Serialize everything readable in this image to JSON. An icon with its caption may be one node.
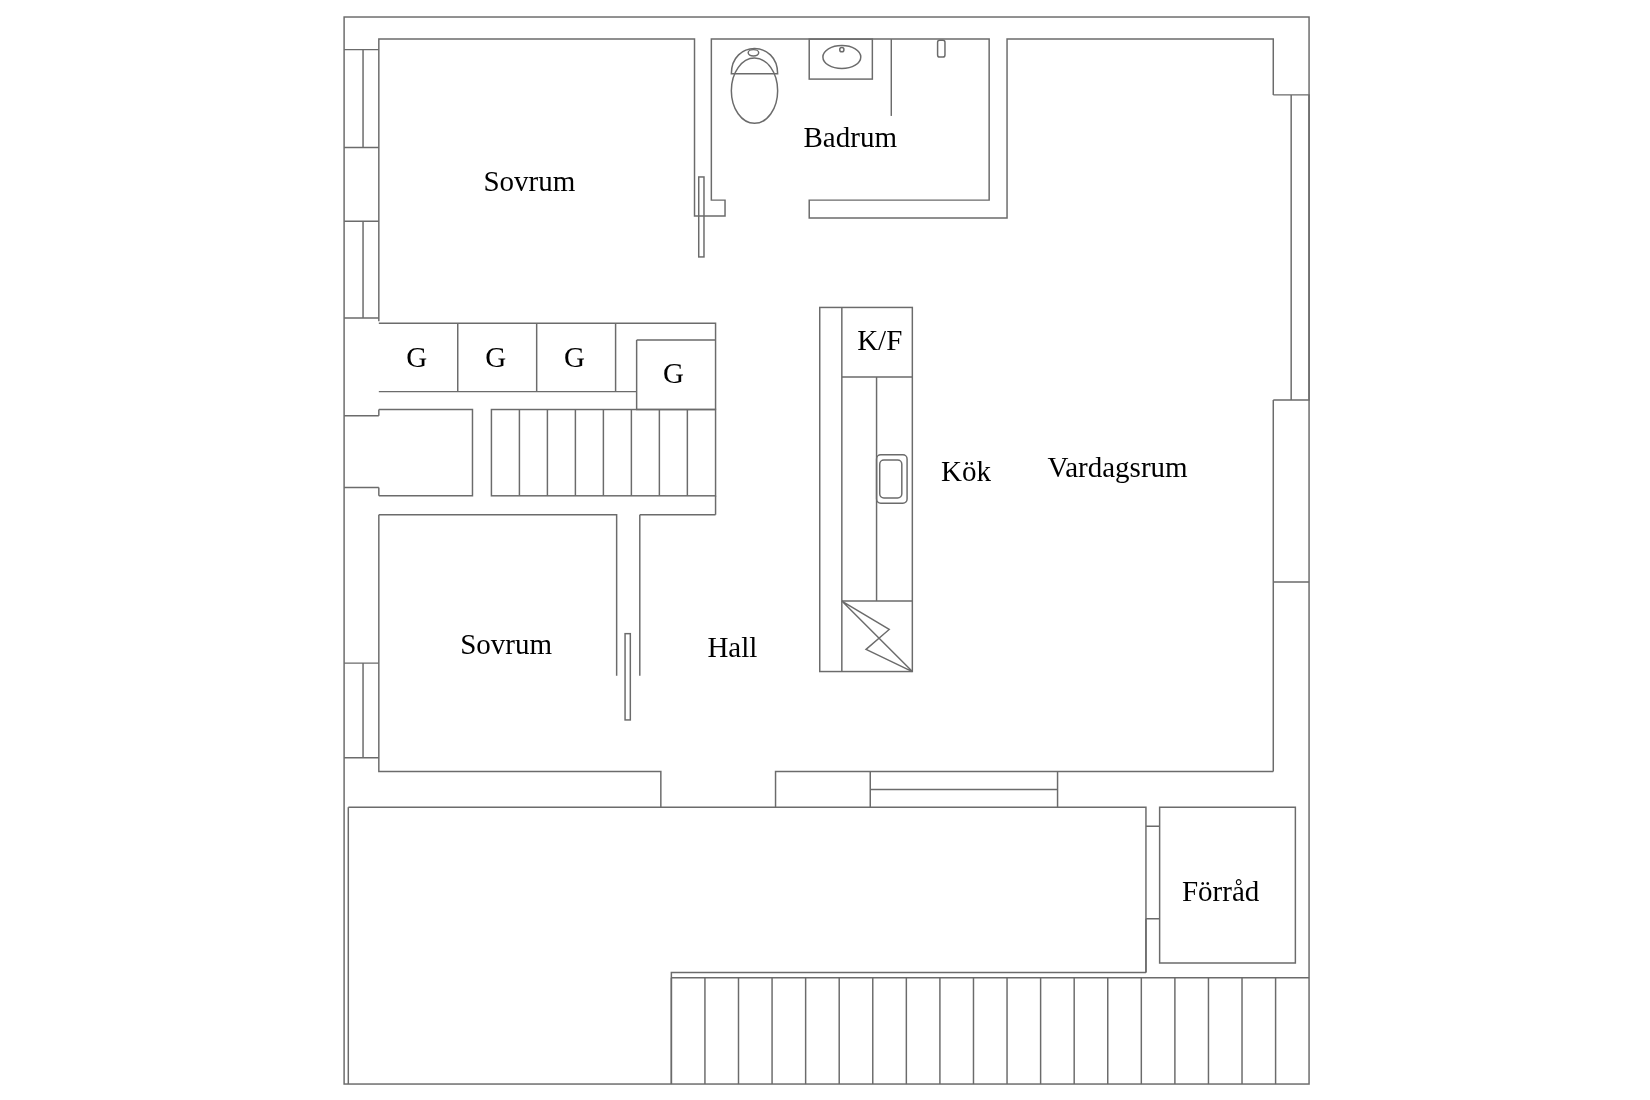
{
  "diagram": {
    "labels": [
      "Sovrum",
      "Badrum",
      "G",
      "G",
      "G",
      "G",
      "K/F",
      "Kök",
      "Vardagsrum",
      "Sovrum",
      "Hall",
      "Förråd"
    ]
  }
}
